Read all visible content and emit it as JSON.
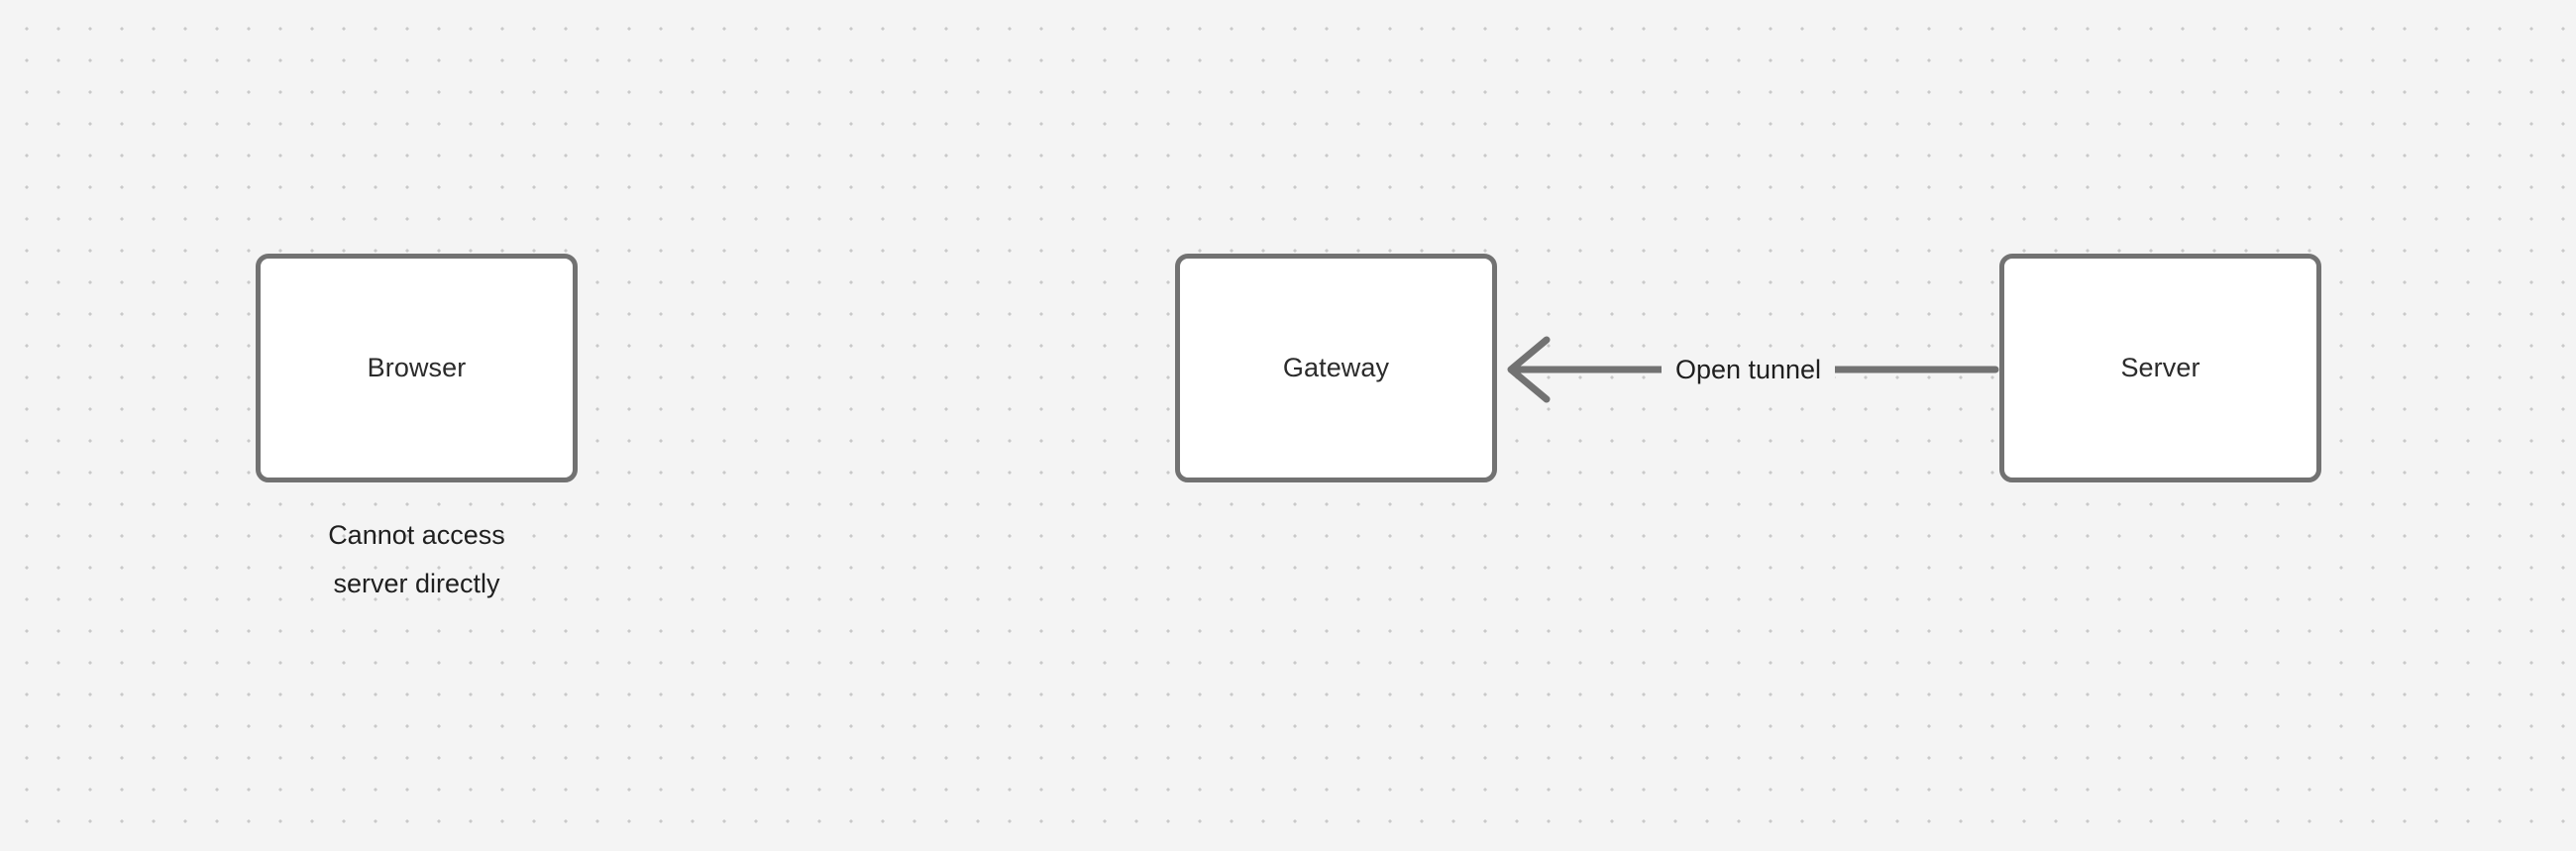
{
  "canvas": {
    "background_color": "#f4f4f4",
    "dot_color": "#c9c9c9",
    "node_border_color": "#727272",
    "node_fill_color": "#ffffff",
    "text_color": "#1f1f1f",
    "edge_color": "#727272"
  },
  "nodes": [
    {
      "id": "browser",
      "label": "Browser"
    },
    {
      "id": "gateway",
      "label": "Gateway"
    },
    {
      "id": "server",
      "label": "Server"
    }
  ],
  "annotations": {
    "browser_note": {
      "line1": "Cannot access",
      "line2": "server directly"
    }
  },
  "edges": [
    {
      "id": "open-tunnel",
      "label": "Open tunnel",
      "from": "Server",
      "to": "Gateway",
      "direction": "left",
      "arrowhead": "open-chevron"
    }
  ]
}
